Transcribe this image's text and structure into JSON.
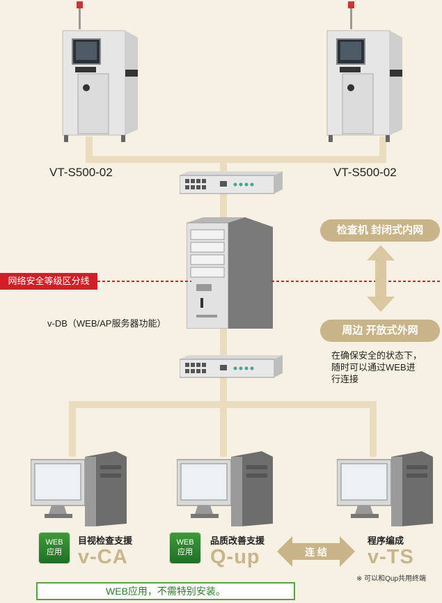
{
  "machines": {
    "left_label": "VT-S500-02",
    "right_label": "VT-S500-02"
  },
  "server": {
    "label": "v-DB（WEB/AP服务器功能）"
  },
  "security_line": {
    "label": "网络安全等级区分线"
  },
  "zones": {
    "closed": "检查机 封闭式内网",
    "open": "周边 开放式外网",
    "note_lines": [
      "在确保安全的状态下，",
      "随时可以通过WEB进",
      "行连接"
    ]
  },
  "apps": [
    {
      "badge_line1": "WEB",
      "badge_line2": "应用",
      "label": "目视检查支援",
      "name": "v-CA"
    },
    {
      "badge_line1": "WEB",
      "badge_line2": "应用",
      "label": "品质改善支援",
      "name": "Q-up"
    },
    {
      "label": "程序编成",
      "name": "v-TS",
      "note": "※ 可以和Qup共用终端"
    }
  ],
  "link_label": "连 结",
  "footer": "WEB应用，不需特别安装。",
  "colors": {
    "background": "#f7f1e4",
    "connector": "#e9dcbf",
    "pill": "#c9b48a",
    "security_red": "#d21f26",
    "web_green": "#2f8a31"
  }
}
